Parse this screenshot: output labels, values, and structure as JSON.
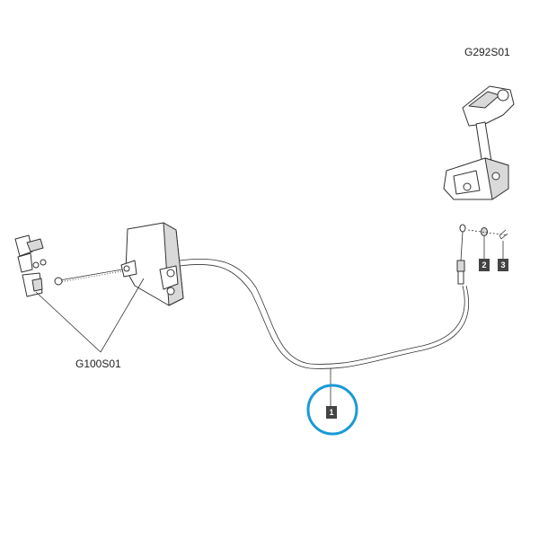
{
  "references": {
    "top_right": "G292S01",
    "left": "G100S01"
  },
  "callouts": [
    {
      "number": "1",
      "highlighted": true
    },
    {
      "number": "2",
      "highlighted": false
    },
    {
      "number": "3",
      "highlighted": false
    }
  ],
  "colors": {
    "line": "#333333",
    "callout_box": "#444444",
    "highlight_ring": "#1a9ad6"
  }
}
